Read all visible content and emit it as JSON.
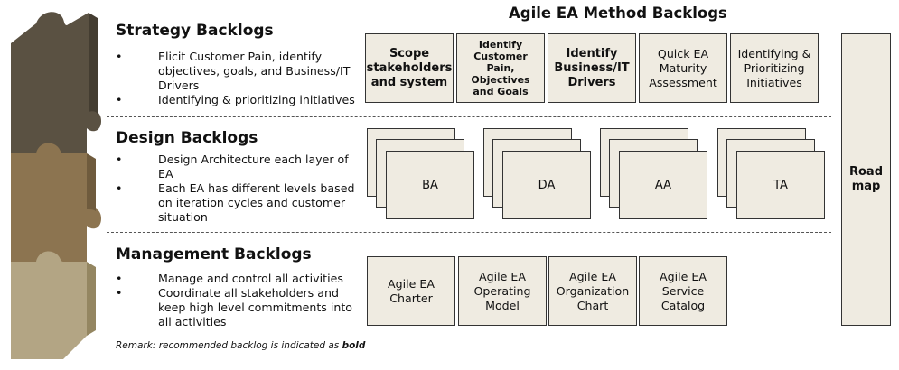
{
  "header": {
    "title": "Agile EA Method Backlogs"
  },
  "strategy": {
    "title": "Strategy Backlogs",
    "bullets": [
      "Elicit Customer Pain, identify objectives, goals, and Business/IT Drivers",
      "Identifying & prioritizing initiatives"
    ],
    "boxes": [
      "Scope stakeholders and system",
      "Identify Customer Pain, Objectives and Goals",
      "Identify Business/IT Drivers",
      "Quick EA Maturity Assessment",
      "Identifying & Prioritizing Initiatives"
    ]
  },
  "design": {
    "title": "Design Backlogs",
    "bullets": [
      "Design Architecture each layer of EA",
      "Each EA has different levels based on iteration cycles and customer situation"
    ],
    "stacks": [
      "BA",
      "DA",
      "AA",
      "TA"
    ]
  },
  "management": {
    "title": "Management Backlogs",
    "bullets": [
      "Manage and control all activities",
      "Coordinate all stakeholders and keep high level commitments into all activities"
    ],
    "boxes": [
      "Agile EA Charter",
      "Agile EA Operating Model",
      "Agile EA Organization Chart",
      "Agile EA Service Catalog"
    ]
  },
  "roadmap": {
    "label": "Road map"
  },
  "remark": {
    "text": "Remark: recommended backlog is indicated as ",
    "bold": "bold"
  },
  "colors": {
    "piece_dark": "#5a5142",
    "piece_mid": "#8c7450",
    "piece_light": "#b3a584",
    "box_fill": "#efebe1"
  }
}
